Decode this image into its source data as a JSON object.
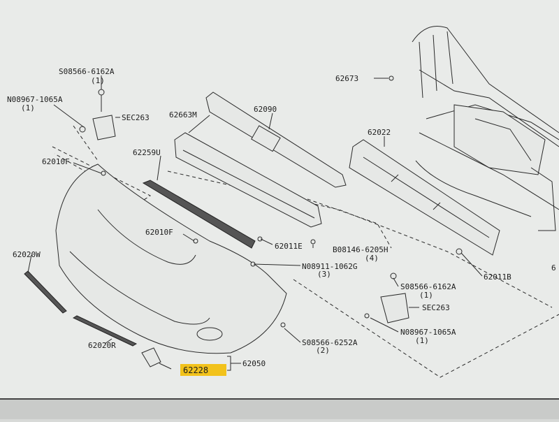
{
  "highlight_color": "#f2c21b",
  "labels": {
    "s_08566_6162a_top": "S08566-6162A",
    "qty_1_a": "(1)",
    "n_08967_1065a_top": "N08967-1065A",
    "qty_1_b": "(1)",
    "sec263_top": "SEC263",
    "p62090": "62090",
    "p62663m": "62663M",
    "p62673": "62673",
    "p62022": "62022",
    "p62010f_top": "62010F",
    "p62259u": "62259U",
    "p62010f_mid": "62010F",
    "p62011e": "62011E",
    "b_08146_6205h": "B08146-6205H",
    "qty_4": "(4)",
    "p62020w": "62020W",
    "n_08911_1062g": "N08911-1062G",
    "qty_3": "(3)",
    "p62011b": "62011B",
    "s_08566_6162a_right": "S08566-6162A",
    "qty_1_c": "(1)",
    "sec263_right": "SEC263",
    "n_08967_1065a_right": "N08967-1065A",
    "qty_1_d": "(1)",
    "p62020r": "62020R",
    "s_08566_6252a": "S08566-6252A",
    "qty_2": "(2)",
    "p62228": "62228",
    "p62050": "62050",
    "edge_6": "6"
  }
}
